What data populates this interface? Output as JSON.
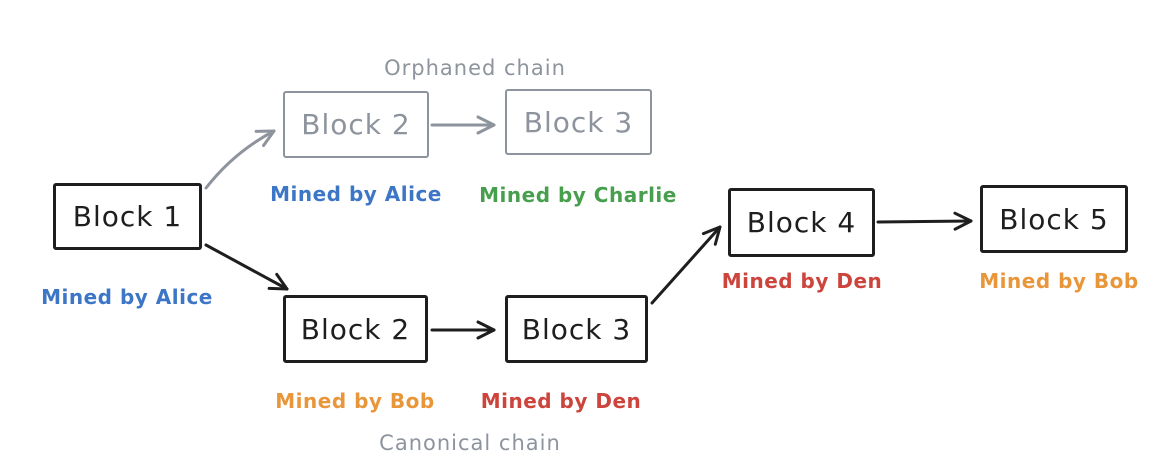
{
  "colors": {
    "black": "#1e1e1e",
    "gray": "#8e949d",
    "blue": "#3d76c6",
    "green": "#479f4d",
    "orange": "#e9963a",
    "red": "#cc443c"
  },
  "chains": {
    "orphaned_label": "Orphaned chain",
    "canonical_label": "Canonical chain"
  },
  "blocks": {
    "block1": {
      "label": "Block 1",
      "miner": "Mined by Alice",
      "miner_color": "blue",
      "box_color": "black"
    },
    "orphan_block2": {
      "label": "Block 2",
      "miner": "Mined by Alice",
      "miner_color": "blue",
      "box_color": "gray"
    },
    "orphan_block3": {
      "label": "Block 3",
      "miner": "Mined by Charlie",
      "miner_color": "green",
      "box_color": "gray"
    },
    "canon_block2": {
      "label": "Block 2",
      "miner": "Mined by Bob",
      "miner_color": "orange",
      "box_color": "black"
    },
    "canon_block3": {
      "label": "Block 3",
      "miner": "Mined by Den",
      "miner_color": "red",
      "box_color": "black"
    },
    "block4": {
      "label": "Block 4",
      "miner": "Mined by Den",
      "miner_color": "red",
      "box_color": "black"
    },
    "block5": {
      "label": "Block 5",
      "miner": "Mined by Bob",
      "miner_color": "orange",
      "box_color": "black"
    }
  }
}
